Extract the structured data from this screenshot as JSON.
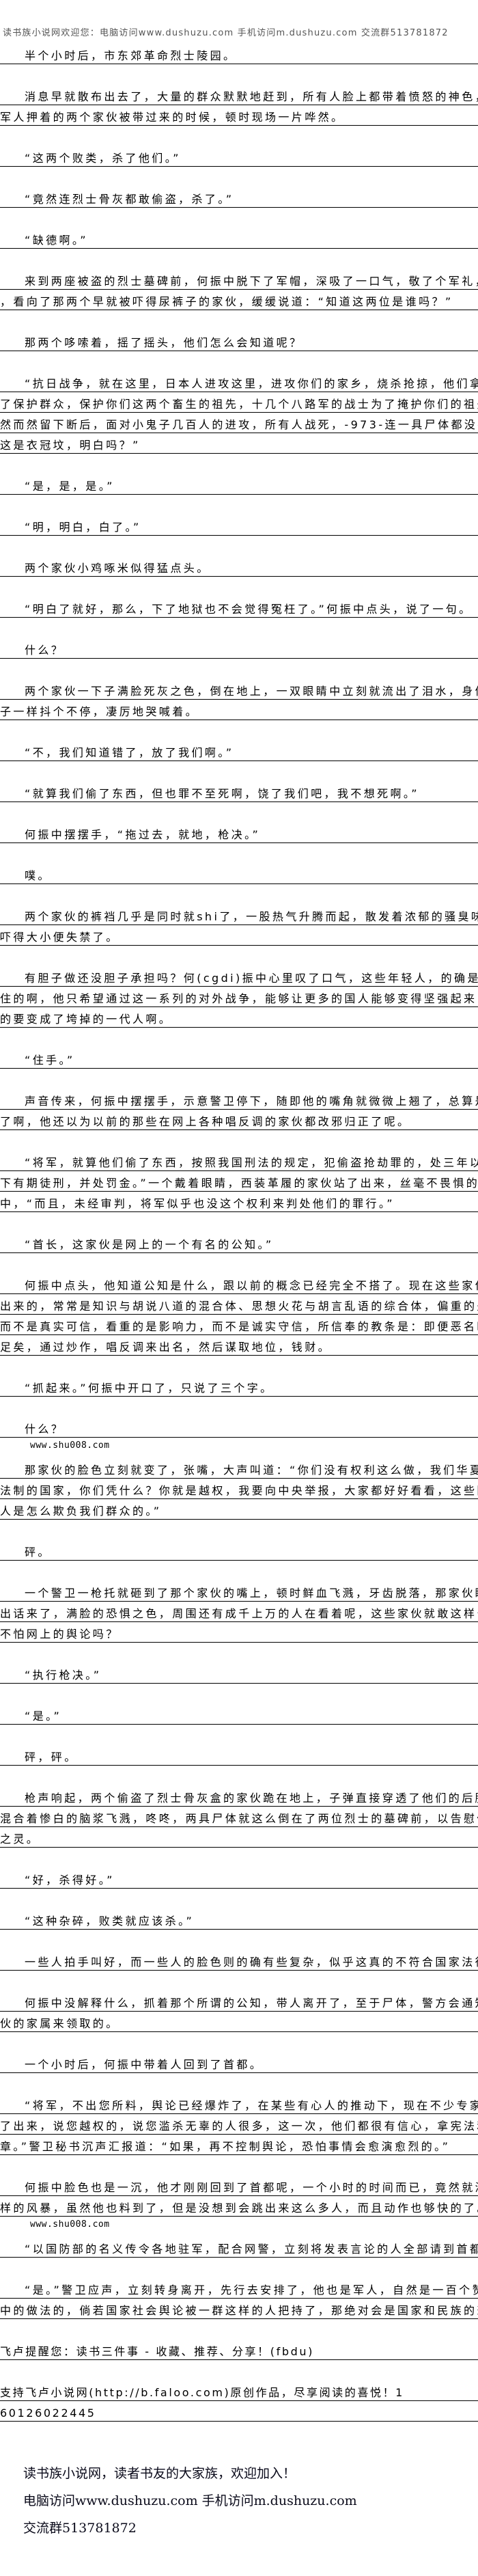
{
  "header_notice": "读书族小说网欢迎您：电脑访问www.dushuzu.com 手机访问m.dushuzu.com 交流群513781872",
  "body": {
    "paragraphs": [
      [
        "半个小时后，市东郊革命烈士陵园。"
      ],
      [
        "消息早就散布出去了，大量的群众默默地赶到，所有人脸上都带着愤怒的神色，当看见被",
        "军人押着的两个家伙被带过来的时候，顿时现场一片哗然。"
      ],
      [
        "“这两个败类，杀了他们。”"
      ],
      [
        "“竟然连烈士骨灰都敢偷盗，杀了。”"
      ],
      [
        "“缺德啊。”"
      ],
      [
        "来到两座被盗的烈士墓碑前，何振中脱下了军帽，深吸了一口气，敬了个军礼，这才转身",
        "，看向了那两个早就被吓得尿裤子的家伙，缓缓说道：“知道这两位是谁吗？”"
      ],
      [
        "那两个哆嗦着，摇了摇头，他们怎么会知道呢？"
      ],
      [
        "“抗日战争，就在这里，日本人进攻这里，进攻你们的家乡，烧杀抢掠，他们拿着枪，为",
        "了保护群众，保护你们这两个畜生的祖先，十几个八路军的战士为了掩护你们的祖先撤离，毅",
        "然而然留下断后，面对小鬼子几百人的进攻，所有人战死，-973-连一具尸体都没找到，",
        "这是衣冠坟，明白吗？”"
      ],
      [
        "“是，是，是。”"
      ],
      [
        "“明，明白，白了。”"
      ],
      [
        "两个家伙小鸡啄米似得猛点头。"
      ],
      [
        "“明白了就好，那么，下了地狱也不会觉得冤枉了。”何振中点头，说了一句。"
      ],
      [
        "什么？"
      ],
      [
        "两个家伙一下子满脸死灰之色，倒在地上，一双眼睛中立刻就流出了泪水，身体就像是筛",
        "子一样抖个不停，凄厉地哭喊着。"
      ],
      [
        "“不，我们知道错了，放了我们啊。”"
      ],
      [
        "“就算我们偷了东西，但也罪不至死啊，饶了我们吧，我不想死啊。”"
      ],
      [
        "何振中摆摆手，“拖过去，就地，枪决。”"
      ],
      [
        "噗。"
      ],
      [
        "两个家伙的裤裆几乎是同时就shi了，一股热气升腾而起，散发着浓郁的骚臭味儿，被",
        "吓得大小便失禁了。"
      ],
      [
        "有胆子做还没胆子承担吗？何(cgdi)振中心里叹了口气，这些年轻人，的确是靠不",
        "住的啊，他只希望通过这一系列的对外战争，能够让更多的国人能够变得坚强起来，否则，真",
        "的要变成了垮掉的一代人啊。"
      ],
      [
        "“住手。”"
      ],
      [
        "声音传来，何振中摆摆手，示意警卫停下，随即他的嘴角就微微上翘了，总算是有人露面",
        "了啊，他还以为以前的那些在网上各种唱反调的家伙都改邪归正了呢。"
      ],
      [
        "“将军，就算他们偷了东西，按照我国刑法的规定，犯偷盗抢劫罪的，处三年以上十年以",
        "下有期徒刑，并处罚金。”一个戴着眼睛，西装革履的家伙站了出来，丝毫不畏惧的看着何振",
        "中，“而且，未经审判，将军似乎也没这个权利来判处他们的罪行。”"
      ],
      [
        "“首长，这家伙是网上的一个有名的公知。”"
      ],
      [
        "何振中点头，他知道公知是什么，跟以前的概念已经完全不搭了。现在这些家伙嘴里面吐",
        "出来的，常常是知识与胡说八道的混合体、思想火花与胡言乱语的综合体，偏重的是说服力，",
        "而不是真实可信，看重的是影响力，而不是诚实守信，所信奉的教条是：即便恶名昭著亦此生",
        "足矣，通过炒作，唱反调来出名，然后谋取地位，钱财。"
      ],
      [
        "“抓起来。”何振中开口了，只说了三个字。"
      ],
      [
        "什么？"
      ],
      {
        "watermark": "www.shu008.com"
      },
      [
        "那家伙的脸色立刻就变了，张嘴，大声叫道：“你们没有权利这么做，我们华夏是一个讲",
        "法制的国家，你们凭什么？你就是越权，我要向中央举报，大家都好好看看，这些国家政府的",
        "人是怎么欺负我们群众的。”"
      ],
      [
        "砰。"
      ],
      [
        "一个警卫一枪托就砸到了那个家伙的嘴上，顿时鲜血飞溅，牙齿脱落，那家伙瞬间就说不",
        "出话来了，满脸的恐惧之色，周围还有成千上万的人在看着呢，这些家伙就敢这样公然打他？",
        "不怕网上的舆论吗？"
      ],
      [
        "“执行枪决。”"
      ],
      [
        "“是。”"
      ],
      [
        "砰，砰。"
      ],
      [
        "枪声响起，两个偷盗了烈士骨灰盒的家伙跪在地上，子弹直接穿透了他们的后脑勺，鲜血",
        "混合着惨白的脑浆飞溅，咚咚，两具尸体就这么倒在了两位烈士的墓碑前，以告慰他们的在天",
        "之灵。"
      ],
      [
        "“好，杀得好。”"
      ],
      [
        "“这种杂碎，败类就应该杀。”"
      ],
      [
        "一些人拍手叫好，而一些人的脸色则的确有些复杂，似乎这真的不符合国家法律吧。"
      ],
      [
        "何振中没解释什么，抓着那个所谓的公知，带人离开了，至于尸体，警方会通知那两个家",
        "伙的家属来领取的。"
      ],
      [
        "一个小时后，何振中带着人回到了首都。"
      ],
      [
        "“将军，不出您所料，舆论已经爆炸了，在某些有心人的推动下，现在不少专家教授都跳",
        "了出来，说您越权的，说您滥杀无辜的人很多，这一次，他们都很有信心，拿宪法和刑法做文",
        "章。”警卫秘书沉声汇报道：“如果，再不控制舆论，恐怕事情会愈演愈烈的。”"
      ],
      [
        "何振中脸色也是一沉，他才刚刚回到了首都呢，一个小时的时间而已，竟然就演变成了这",
        "样的风暴，虽然他也料到了，但是没想到会跳出来这么多人，而且动作也够快的了。"
      ],
      {
        "watermark": "www.shu008.com"
      },
      [
        "“以国防部的名义传令各地驻军，配合网警，立刻将发表言论的人全部请到首都来。”"
      ],
      [
        "“是。”警卫应声，立刻转身离开，先行去安排了，他也是军人，自然是一百个赞同何振",
        "中的做法的，倘若国家社会舆论被一群这样的人把持了，那绝对会是国家和民族的悲哀。"
      ]
    ]
  },
  "closing": {
    "reminder": "飞卢提醒您：读书三件事 - 收藏、推荐、分享！(fbdu)",
    "support_lines": [
      "支持飞卢小说网(http://b.faloo.com)原创作品，尽享阅读的喜悦！1",
      "60126022445"
    ]
  },
  "footer": {
    "welcome": "读书族小说网，读者书友的大家族，欢迎加入！",
    "access": "电脑访问www.dushuzu.com 手机访问m.dushuzu.com",
    "group": "交流群513781872"
  }
}
